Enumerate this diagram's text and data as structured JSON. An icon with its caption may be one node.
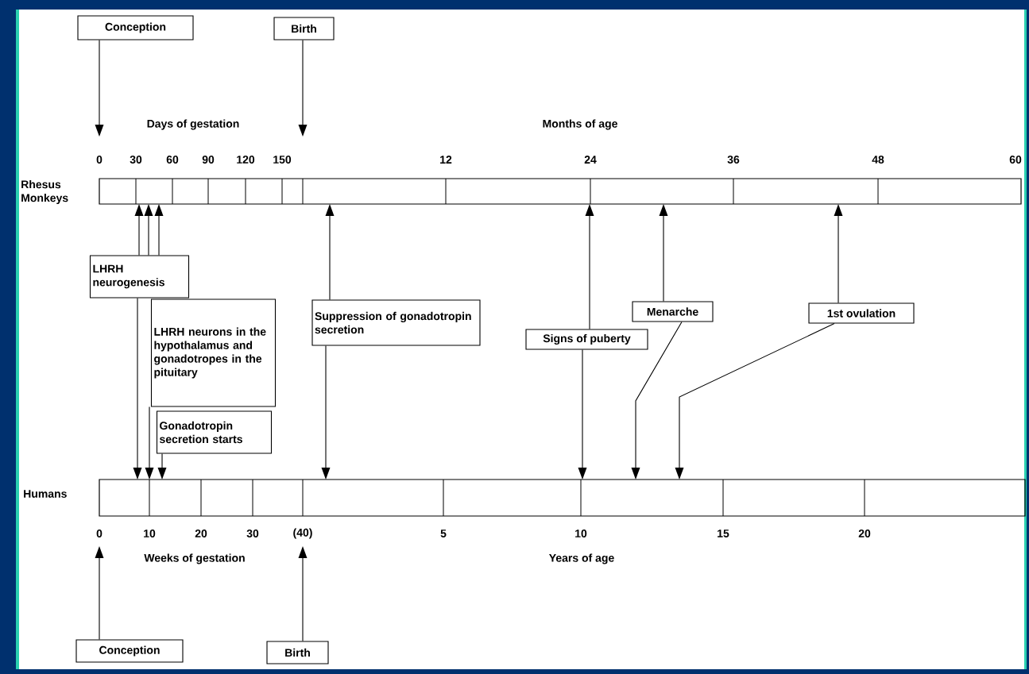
{
  "diagram": {
    "nodes": [
      {
        "text": [
          "Conception"
        ]
      },
      {
        "text": [
          "Birth"
        ]
      },
      {
        "text": [],
        "shape": "bar"
      },
      {
        "text": [
          "LHRH neurogenesis"
        ]
      },
      {
        "text": [
          "LHRH neurons in the hypothalamus and gonadotropes in the pituitary"
        ]
      },
      {
        "text": [
          "Gonadotropin secretion starts"
        ]
      },
      {
        "text": [
          "Suppression of gonadotropin secretion"
        ]
      },
      {
        "text": [
          "Signs of puberty"
        ]
      },
      {
        "text": [
          "Menarche"
        ]
      },
      {
        "text": [
          "1st ovulation"
        ]
      },
      {
        "text": [],
        "shape": "bar"
      },
      {
        "text": [
          "Conception"
        ]
      },
      {
        "text": [
          "Birth"
        ]
      }
    ],
    "edges": [
      {
        "from": 0,
        "to": 2,
        "arrow": "to"
      },
      {
        "from": 1,
        "to": 2,
        "arrow": "to"
      },
      {
        "from": 3,
        "to": 2,
        "arrow": "to"
      },
      {
        "from": 3,
        "to": 2,
        "arrow": "to"
      },
      {
        "from": 3,
        "to": 2,
        "arrow": "to"
      },
      {
        "from": 3,
        "to": 10,
        "arrow": "to"
      },
      {
        "from": 4,
        "to": 10,
        "arrow": "to"
      },
      {
        "from": 5,
        "to": 10,
        "arrow": "to"
      },
      {
        "from": 6,
        "to": 2,
        "arrow": "to"
      },
      {
        "from": 6,
        "to": 10,
        "arrow": "to"
      },
      {
        "from": 7,
        "to": 2,
        "arrow": "to"
      },
      {
        "from": 7,
        "to": 10,
        "arrow": "to"
      },
      {
        "from": 8,
        "to": 2,
        "arrow": "to"
      },
      {
        "from": 8,
        "to": 10,
        "arrow": "to"
      },
      {
        "from": 9,
        "to": 2,
        "arrow": "to"
      },
      {
        "from": 9,
        "to": 10,
        "arrow": "to"
      },
      {
        "from": 11,
        "to": 10,
        "arrow": "to"
      },
      {
        "from": 12,
        "to": 10,
        "arrow": "to"
      }
    ],
    "labels": [
      "Days of gestation",
      "Months of age",
      "0",
      "30",
      "60",
      "90",
      "120",
      "150",
      "12",
      "24",
      "36",
      "48",
      "60",
      "Rhesus Monkeys",
      "Humans",
      "0",
      "10",
      "20",
      "30",
      "(40)",
      "5",
      "10",
      "15",
      "20",
      "Weeks of gestation",
      "Years of age"
    ]
  }
}
